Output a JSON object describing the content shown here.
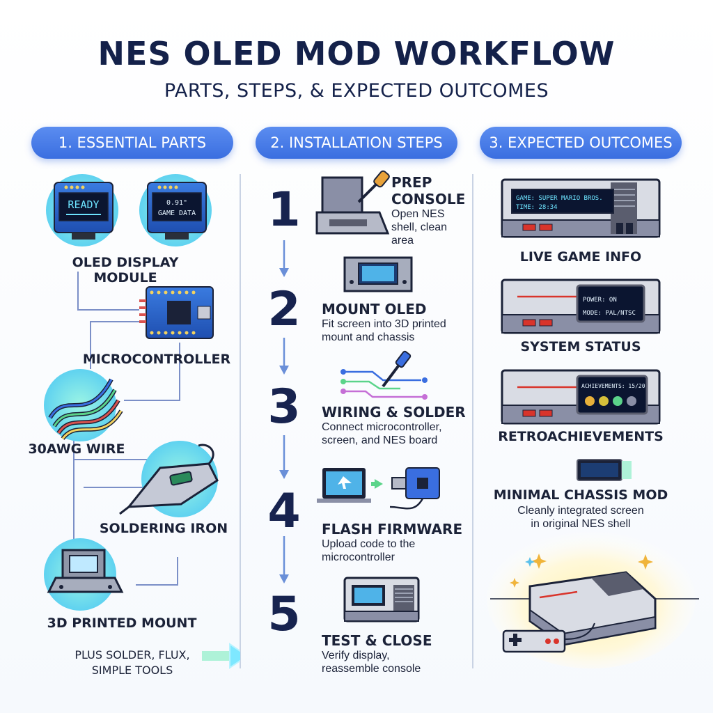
{
  "header": {
    "title": "NES OLED MOD WORKFLOW",
    "subtitle": "PARTS, STEPS, & EXPECTED OUTCOMES"
  },
  "columns": {
    "parts_header": "1. ESSENTIAL PARTS",
    "steps_header": "2. INSTALLATION STEPS",
    "outcomes_header": "3. EXPECTED OUTCOMES"
  },
  "parts": {
    "oled_screen_left": "READY",
    "oled_screen_right_line1": "0.91\"",
    "oled_screen_right_line2": "GAME DATA",
    "items": [
      {
        "label": "OLED DISPLAY MODULE"
      },
      {
        "label": "MICROCONTROLLER"
      },
      {
        "label": "30AWG WIRE"
      },
      {
        "label": "SOLDERING IRON"
      },
      {
        "label": "3D PRINTED MOUNT"
      }
    ],
    "note": "PLUS SOLDER, FLUX,\nSIMPLE TOOLS",
    "note_line1": "PLUS SOLDER, FLUX,",
    "note_line2": "SIMPLE TOOLS"
  },
  "steps": [
    {
      "number": "1",
      "title_line1": "PREP",
      "title_line2": "CONSOLE",
      "desc_lines": [
        "Open NES",
        "shell, clean",
        "area"
      ]
    },
    {
      "number": "2",
      "title_line1": "MOUNT OLED",
      "title_line2": "",
      "desc_lines": [
        "Fit screen into 3D printed",
        "mount and chassis"
      ]
    },
    {
      "number": "3",
      "title_line1": "WIRING & SOLDER",
      "title_line2": "",
      "desc_lines": [
        "Connect microcontroller,",
        "screen, and NES board"
      ]
    },
    {
      "number": "4",
      "title_line1": "FLASH FIRMWARE",
      "title_line2": "",
      "desc_lines": [
        "Upload code to the",
        "microcontroller"
      ]
    },
    {
      "number": "5",
      "title_line1": "TEST & CLOSE",
      "title_line2": "",
      "desc_lines": [
        "Verify display,",
        "reassemble console"
      ]
    }
  ],
  "outcomes": {
    "live_game": {
      "screen_line1": "GAME: SUPER MARIO BROS.",
      "screen_line2": "TIME: 28:34",
      "label": "LIVE GAME INFO"
    },
    "system_status": {
      "screen_line1": "POWER: ON",
      "screen_line2": "MODE: PAL/NTSC",
      "label": "SYSTEM STATUS"
    },
    "retro": {
      "screen_line1": "ACHIEVEMENTS: 15/20",
      "label": "RETROACHIEVEMENTS"
    },
    "minimal": {
      "label": "MINIMAL CHASSIS MOD",
      "desc_line1": "Cleanly integrated screen",
      "desc_line2": "in original NES shell"
    }
  },
  "colors": {
    "pill": "#3a6ee0",
    "navy": "#17234f",
    "nes_gray": "#d9dce4",
    "nes_dark": "#5a5d6e",
    "nes_red": "#d9342b",
    "oled_cyan": "#6ee4ff",
    "accent_green": "#7df0c0"
  }
}
